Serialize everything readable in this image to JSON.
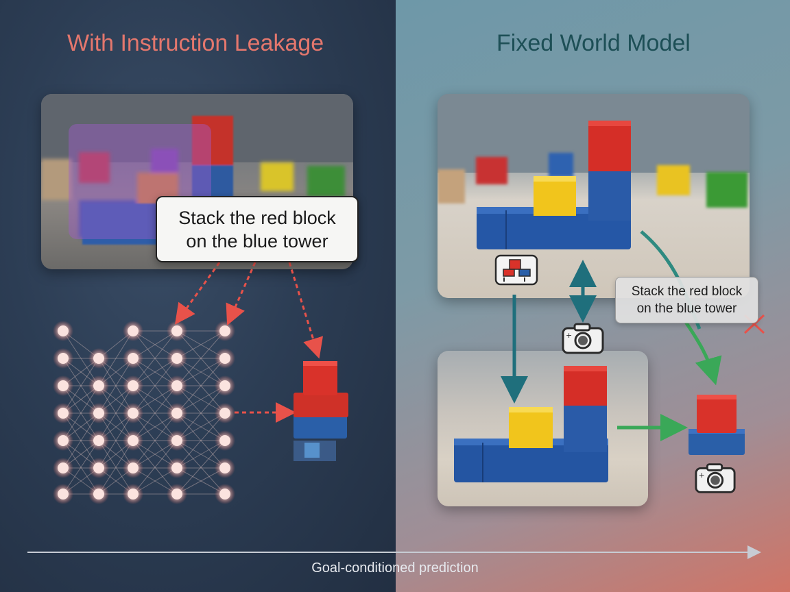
{
  "left_panel": {
    "title": "With Instruction Leakage",
    "instruction": "Stack the red block\non the blue tower",
    "title_color": "#e4776d"
  },
  "right_panel": {
    "title": "Fixed World Model",
    "instruction": "Stack the red block\non the blue tower",
    "title_color": "#1d4f56"
  },
  "axis": {
    "label": "Goal-conditioned prediction"
  },
  "icons": {
    "camera": "camera-icon",
    "plan": "plan-icon",
    "reject": "x-mark-icon"
  },
  "colors": {
    "red_block": "#d4302a",
    "blue_block": "#2a5fa8",
    "yellow_block": "#f0c419",
    "green_block": "#3f9b3a",
    "leak_arrow": "#e8524a",
    "teal_arrow": "#1f6f7c",
    "green_arrow": "#3aa858"
  }
}
